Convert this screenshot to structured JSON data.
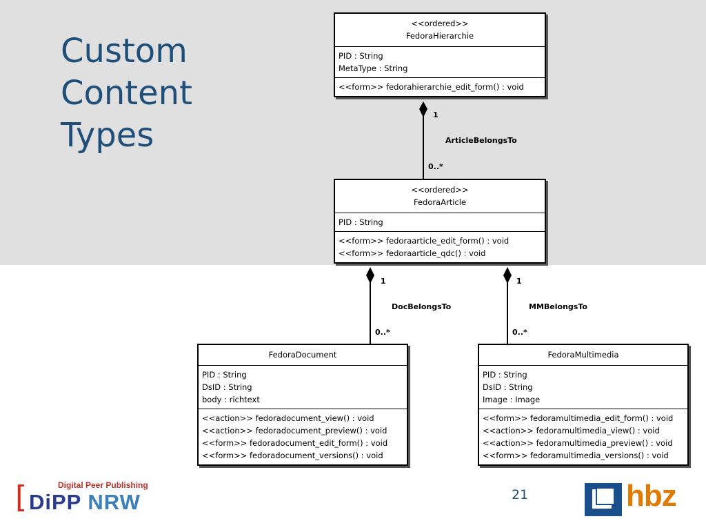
{
  "slide": {
    "title_lines": [
      "Custom",
      "Content",
      "Types"
    ],
    "page_number": "21"
  },
  "classes": {
    "hierarchie": {
      "stereotype": "<<ordered>>",
      "name": "FedoraHierarchie",
      "attributes": [
        "PID : String",
        "MetaType : String"
      ],
      "operations": [
        "<<form>> fedorahierarchie_edit_form() : void"
      ]
    },
    "article": {
      "stereotype": "<<ordered>>",
      "name": "FedoraArticle",
      "attributes": [
        "PID : String"
      ],
      "operations": [
        "<<form>> fedoraarticle_edit_form() : void",
        "<<form>> fedoraarticle_qdc() : void"
      ]
    },
    "document": {
      "name": "FedoraDocument",
      "attributes": [
        "PID : String",
        "DsID : String",
        "body : richtext"
      ],
      "operations": [
        "<<action>> fedoradocument_view() : void",
        "<<action>> fedoradocument_preview() : void",
        "<<form>> fedoradocument_edit_form() : void",
        "<<form>> fedoradocument_versions() : void"
      ]
    },
    "multimedia": {
      "name": "FedoraMultimedia",
      "attributes": [
        "PID : String",
        "DsID : String",
        "Image : Image"
      ],
      "operations": [
        "<<form>> fedoramultimedia_edit_form() : void",
        "<<action>> fedoramultimedia_view() : void",
        "<<action>> fedoramultimedia_preview() : void",
        "<<form>> fedoramultimedia_versions() : void"
      ]
    }
  },
  "associations": {
    "article_belongs_to": {
      "name": "ArticleBelongsTo",
      "source_mult": "1",
      "target_mult": "0..*"
    },
    "doc_belongs_to": {
      "name": "DocBelongsTo",
      "source_mult": "1",
      "target_mult": "0..*"
    },
    "mm_belongs_to": {
      "name": "MMBelongsTo",
      "source_mult": "1",
      "target_mult": "0..*"
    }
  },
  "logos": {
    "dipp": {
      "tagline": "Digital Peer Publishing",
      "name_part1": "DiPP",
      "name_part2": "NRW",
      "bracket": "["
    },
    "hbz": {
      "name": "hbz"
    }
  },
  "colors": {
    "title": "#1f4e79",
    "band": "#e0e0e0",
    "dipp_red": "#d52b1e",
    "dipp_blue": "#2a3b8f",
    "hbz_orange": "#e07b00",
    "hbz_blue": "#1a4f8c"
  }
}
